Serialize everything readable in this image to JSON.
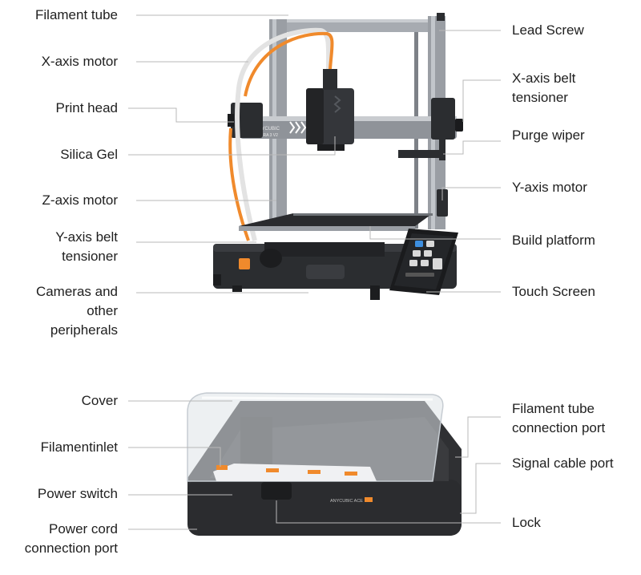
{
  "printer": {
    "model_text": "KOBRA 3 V2",
    "brand_text": "ANYCUBIC"
  },
  "ace": {
    "brand_text": "ANYCUBIC ACE"
  },
  "labels_left": [
    "Filament tube",
    "X-axis motor",
    "Print head",
    "Silica Gel",
    "Z-axis motor",
    "Y-axis belt\ntensioner",
    "Cameras and\nother\nperipherals",
    "Cover",
    "Filamentinlet",
    "Power switch",
    "Power cord\nconnection port"
  ],
  "labels_right": [
    "Lead Screw",
    "X-axis belt\ntensioner",
    "Purge wiper",
    "Y-axis motor",
    "Build platform",
    "Touch Screen",
    "Filament tube\nconnection port",
    "Signal cable port",
    "Lock"
  ],
  "colors": {
    "leader": "#b8b8b8",
    "frame": "#9a9ea4",
    "dark": "#2b2d30",
    "orange": "#f08a2c",
    "text": "#1f1f1f"
  }
}
